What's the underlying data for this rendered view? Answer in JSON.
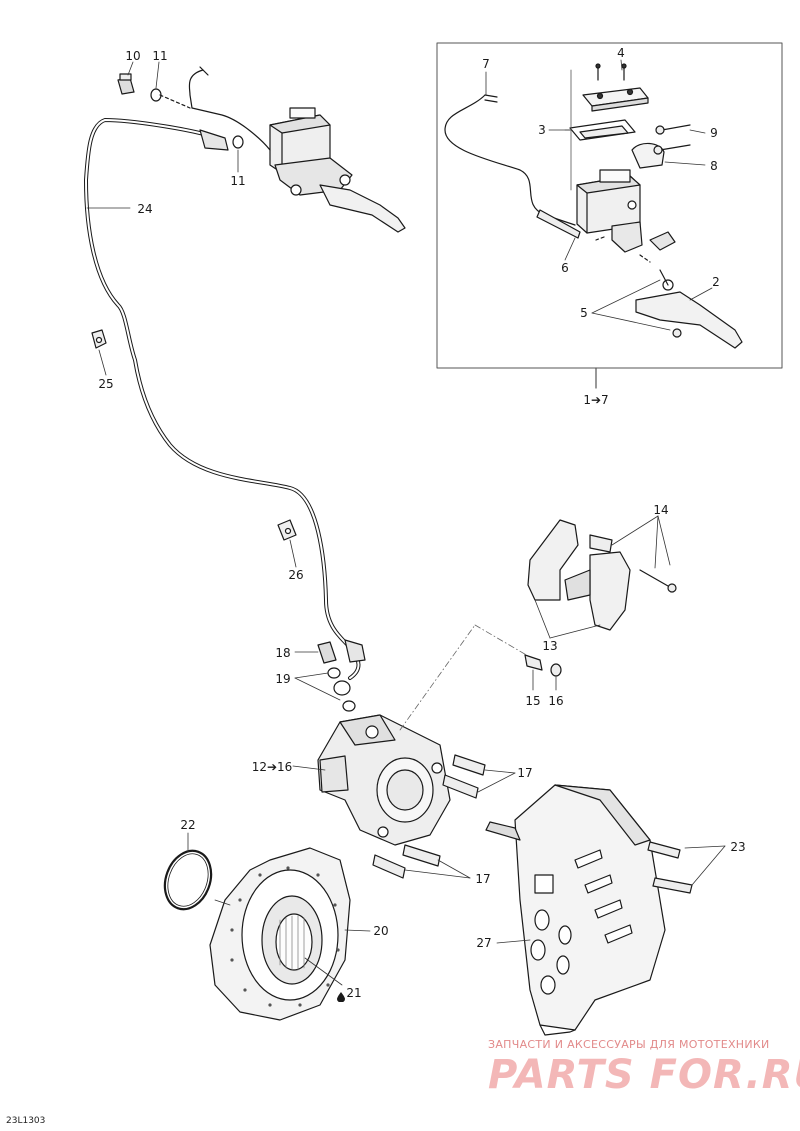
{
  "callouts": {
    "c10": "10",
    "c11a": "11",
    "c11b": "11",
    "c24": "24",
    "c25": "25",
    "c26": "26",
    "c7": "7",
    "c4": "4",
    "c3": "3",
    "c9": "9",
    "c8": "8",
    "c6": "6",
    "c2": "2",
    "c5": "5",
    "kit_master": "1➔7",
    "c14": "14",
    "c13": "13",
    "c18": "18",
    "c19": "19",
    "c15": "15",
    "c16": "16",
    "kit_caliper": "12➔16",
    "c17a": "17",
    "c17b": "17",
    "c22": "22",
    "c20": "20",
    "c21": "21",
    "c23": "23",
    "c27": "27"
  },
  "reference_code": "23L1303",
  "watermark": {
    "caption": "ЗАПЧАСТИ И АКСЕССУАРЫ ДЛЯ МОТОТЕХНИКИ",
    "brand": "PARTS FOR.RU"
  },
  "icons": {
    "lubricant": "oil-drop-icon"
  }
}
